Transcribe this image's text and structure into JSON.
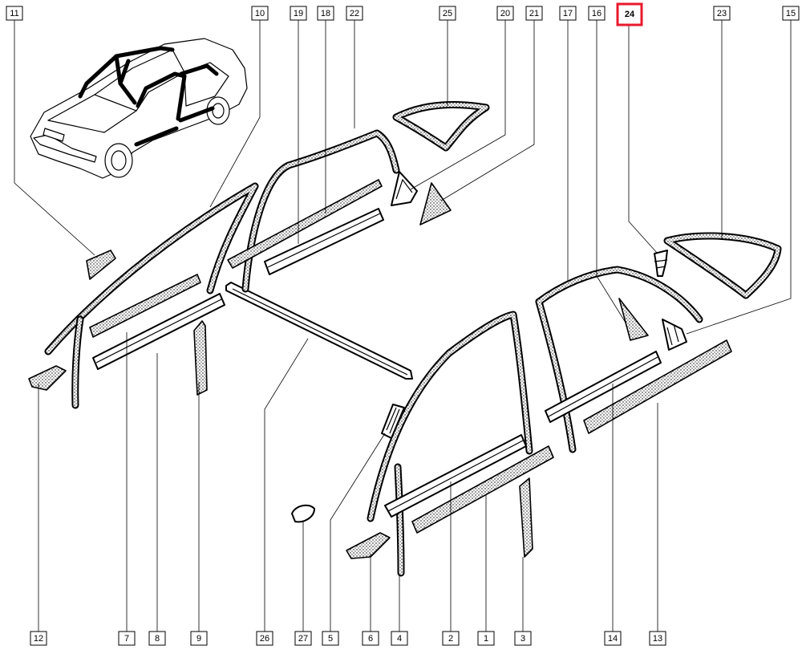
{
  "diagram": {
    "highlight_color": "#e8192c",
    "highlighted_callout": "24",
    "callouts_top": [
      "11",
      "10",
      "19",
      "18",
      "22",
      "25",
      "20",
      "21",
      "17",
      "16",
      "24",
      "23",
      "15"
    ],
    "callouts_bottom": [
      "12",
      "7",
      "8",
      "9",
      "26",
      "27",
      "5",
      "6",
      "4",
      "2",
      "1",
      "3",
      "14",
      "13"
    ]
  }
}
